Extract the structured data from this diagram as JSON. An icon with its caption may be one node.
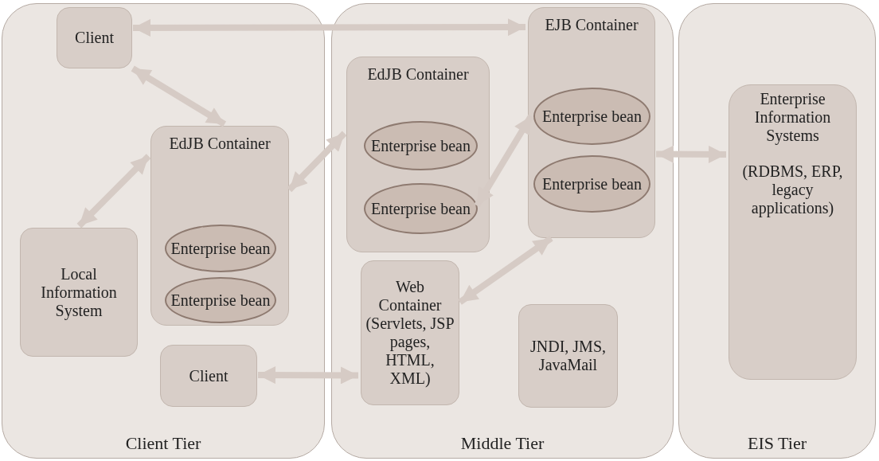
{
  "diagram": {
    "nodes": [
      {
        "text": [
          "Client Tier"
        ]
      },
      {
        "text": [
          "Client"
        ],
        "in": 0
      },
      {
        "text": [
          "EdJB Container"
        ],
        "in": 0
      },
      {
        "text": [
          "Enterprise bean"
        ],
        "in": 2
      },
      {
        "text": [
          "Enterprise bean"
        ],
        "in": 2
      },
      {
        "text": [
          "Local Information System"
        ],
        "in": 0
      },
      {
        "text": [
          "Client"
        ],
        "in": 0
      },
      {
        "text": [
          "Middle Tier"
        ]
      },
      {
        "text": [
          "EdJB Container"
        ],
        "in": 7
      },
      {
        "text": [
          "Enterprise bean"
        ],
        "in": 8
      },
      {
        "text": [
          "Enterprise bean"
        ],
        "in": 8
      },
      {
        "text": [
          "EJB Container"
        ],
        "in": 7
      },
      {
        "text": [
          "Enterprise bean"
        ],
        "in": 11
      },
      {
        "text": [
          "Enterprise bean"
        ],
        "in": 11
      },
      {
        "text": [
          "Web Container",
          "(Servlets, JSP pages, HTML, XML)"
        ],
        "in": 7
      },
      {
        "text": [
          "JNDI, JMS, JavaMail"
        ],
        "in": 7
      },
      {
        "text": [
          "EIS Tier"
        ]
      },
      {
        "text": [
          "Enterprise Information Systems",
          "(RDBMS, ERP, legacy applications)"
        ],
        "in": 16
      }
    ],
    "edges": [
      {
        "from": 1,
        "to": 11,
        "arrow": "both"
      },
      {
        "from": 1,
        "to": 2,
        "arrow": "both"
      },
      {
        "from": 2,
        "to": 5,
        "arrow": "both"
      },
      {
        "from": 2,
        "to": 8,
        "arrow": "both"
      },
      {
        "from": 10,
        "to": 12,
        "arrow": "both"
      },
      {
        "from": 14,
        "to": 11,
        "arrow": "both"
      },
      {
        "from": 6,
        "to": 14,
        "arrow": "both"
      },
      {
        "from": 11,
        "to": 17,
        "arrow": "both"
      }
    ]
  }
}
